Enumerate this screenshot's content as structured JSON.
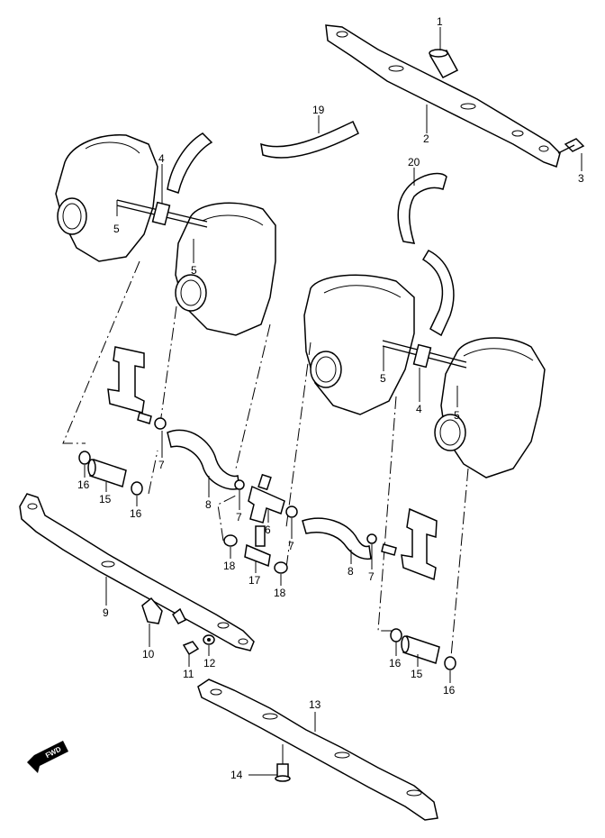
{
  "callouts": [
    {
      "id": "c1",
      "label": "1"
    },
    {
      "id": "c2",
      "label": "2"
    },
    {
      "id": "c3",
      "label": "3"
    },
    {
      "id": "c4a",
      "label": "4"
    },
    {
      "id": "c4b",
      "label": "4"
    },
    {
      "id": "c5a",
      "label": "5"
    },
    {
      "id": "c5b",
      "label": "5"
    },
    {
      "id": "c5c",
      "label": "5"
    },
    {
      "id": "c5d",
      "label": "5"
    },
    {
      "id": "c6",
      "label": "6"
    },
    {
      "id": "c7a",
      "label": "7"
    },
    {
      "id": "c7b",
      "label": "7"
    },
    {
      "id": "c7c",
      "label": "7"
    },
    {
      "id": "c7d",
      "label": "7"
    },
    {
      "id": "c8a",
      "label": "8"
    },
    {
      "id": "c8b",
      "label": "8"
    },
    {
      "id": "c9",
      "label": "9"
    },
    {
      "id": "c10",
      "label": "10"
    },
    {
      "id": "c11",
      "label": "11"
    },
    {
      "id": "c12",
      "label": "12"
    },
    {
      "id": "c13",
      "label": "13"
    },
    {
      "id": "c14",
      "label": "14"
    },
    {
      "id": "c15a",
      "label": "15"
    },
    {
      "id": "c15b",
      "label": "15"
    },
    {
      "id": "c16a",
      "label": "16"
    },
    {
      "id": "c16b",
      "label": "16"
    },
    {
      "id": "c16c",
      "label": "16"
    },
    {
      "id": "c16d",
      "label": "16"
    },
    {
      "id": "c17",
      "label": "17"
    },
    {
      "id": "c18a",
      "label": "18"
    },
    {
      "id": "c18b",
      "label": "18"
    },
    {
      "id": "c19",
      "label": "19"
    },
    {
      "id": "c20",
      "label": "20"
    }
  ],
  "fwd_badge": "FWD",
  "colors": {
    "ink": "#000000",
    "paper": "#ffffff"
  }
}
